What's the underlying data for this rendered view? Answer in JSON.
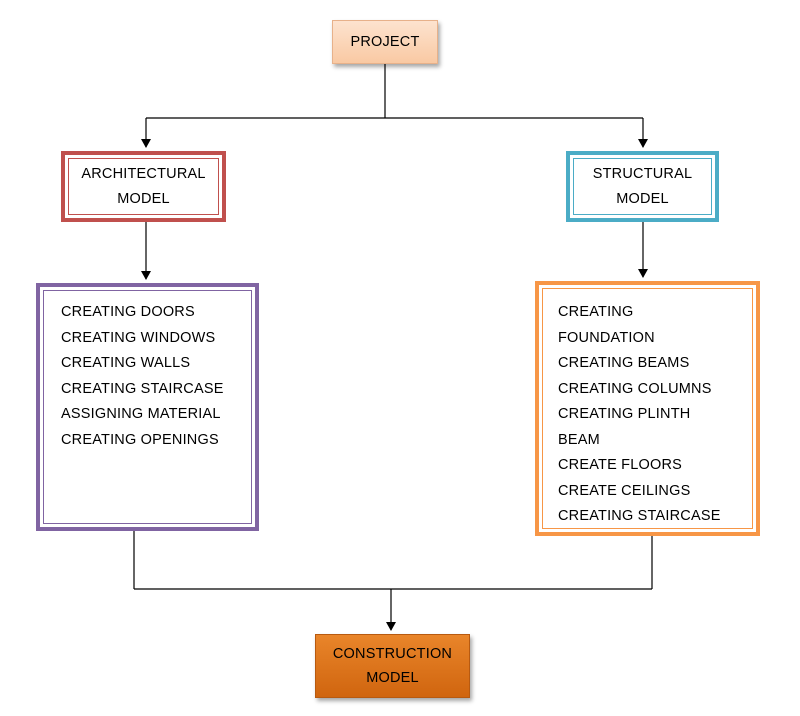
{
  "project": {
    "label": "PROJECT"
  },
  "architectural": {
    "line1": "ARCHITECTURAL",
    "line2": "MODEL"
  },
  "structural": {
    "line1": "STRUCTURAL",
    "line2": "MODEL"
  },
  "architectural_tasks": [
    "CREATING DOORS",
    "CREATING WINDOWS",
    "CREATING WALLS",
    "CREATING STAIRCASE",
    "ASSIGNING MATERIAL",
    "CREATING OPENINGS"
  ],
  "structural_tasks": [
    "CREATING",
    "FOUNDATION",
    "CREATING BEAMS",
    "CREATING COLUMNS",
    "CREATING PLINTH",
    "BEAM",
    "CREATE FLOORS",
    "CREATE CEILINGS",
    "CREATING STAIRCASE"
  ],
  "construction": {
    "line1": "CONSTRUCTION",
    "line2": "MODEL"
  },
  "colors": {
    "project_fill": "#fbd5b5",
    "architectural_border": "#c0504d",
    "structural_border": "#4bacc6",
    "architectural_list_border": "#8064a2",
    "structural_list_border": "#f79646",
    "construction_fill": "#e36c09"
  }
}
